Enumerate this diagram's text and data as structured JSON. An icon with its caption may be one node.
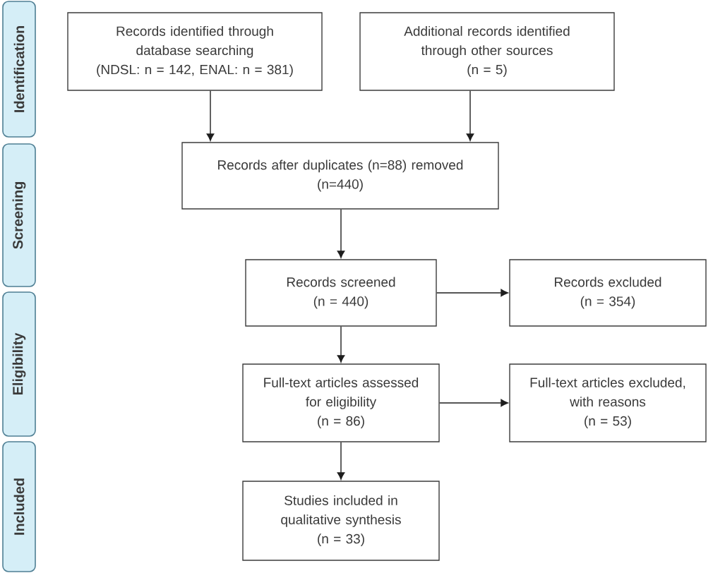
{
  "diagram": {
    "nodes": [
      {
        "text": [
          "Identification"
        ]
      },
      {
        "text": [
          "Screening"
        ]
      },
      {
        "text": [
          "Eligibility"
        ]
      },
      {
        "text": [
          "Included"
        ]
      },
      {
        "text": [
          "Records identified through database searching",
          "(NDSL: n = 142, ENAL: n = 381)"
        ]
      },
      {
        "text": [
          "Additional records identified through other sources",
          "(n = 5)"
        ]
      },
      {
        "text": [
          "Records after duplicates (n=88) removed",
          "(n=440)"
        ]
      },
      {
        "text": [
          "Records screened",
          "(n = 440)"
        ]
      },
      {
        "text": [
          "Records excluded",
          "(n = 354)"
        ]
      },
      {
        "text": [
          "Full-text articles assessed for eligibility",
          "(n = 86)"
        ]
      },
      {
        "text": [
          "Full-text articles excluded, with reasons",
          "(n = 53)"
        ]
      },
      {
        "text": [
          "Studies included in qualitative synthesis",
          "(n = 33)"
        ]
      }
    ],
    "edges": [
      {
        "from": 4,
        "to": 6,
        "arrow": "to"
      },
      {
        "from": 5,
        "to": 6,
        "arrow": "to"
      },
      {
        "from": 6,
        "to": 7,
        "arrow": "to"
      },
      {
        "from": 7,
        "to": 8,
        "arrow": "to"
      },
      {
        "from": 7,
        "to": 9,
        "arrow": "to"
      },
      {
        "from": 9,
        "to": 10,
        "arrow": "to"
      },
      {
        "from": 9,
        "to": 11,
        "arrow": "to"
      }
    ]
  }
}
